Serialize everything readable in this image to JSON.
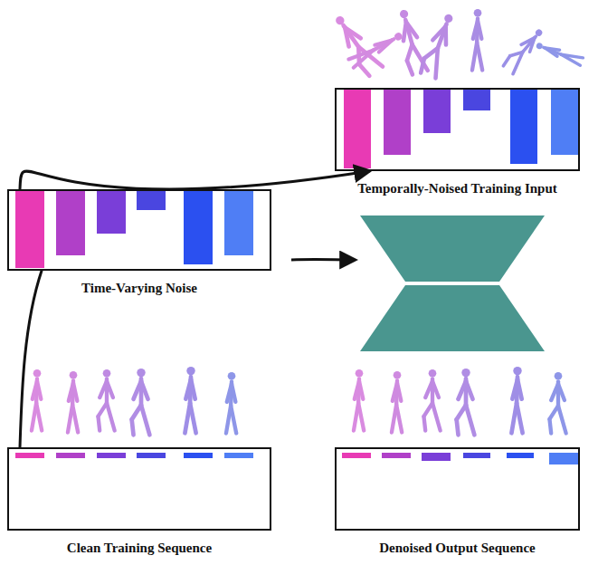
{
  "diagram": {
    "nodes": [
      {
        "text": [
          "Time-Varying Noise"
        ]
      },
      {
        "text": [
          "Temporally-Noised Training Input"
        ]
      },
      {
        "text": [
          "Clean Training Sequence"
        ]
      },
      {
        "text": [
          "Denoised Output Sequence"
        ]
      }
    ],
    "edges": [
      {
        "from": 2,
        "to": 0,
        "arrow": "none"
      },
      {
        "from": 0,
        "to": 1,
        "arrow": "to"
      }
    ]
  }
}
